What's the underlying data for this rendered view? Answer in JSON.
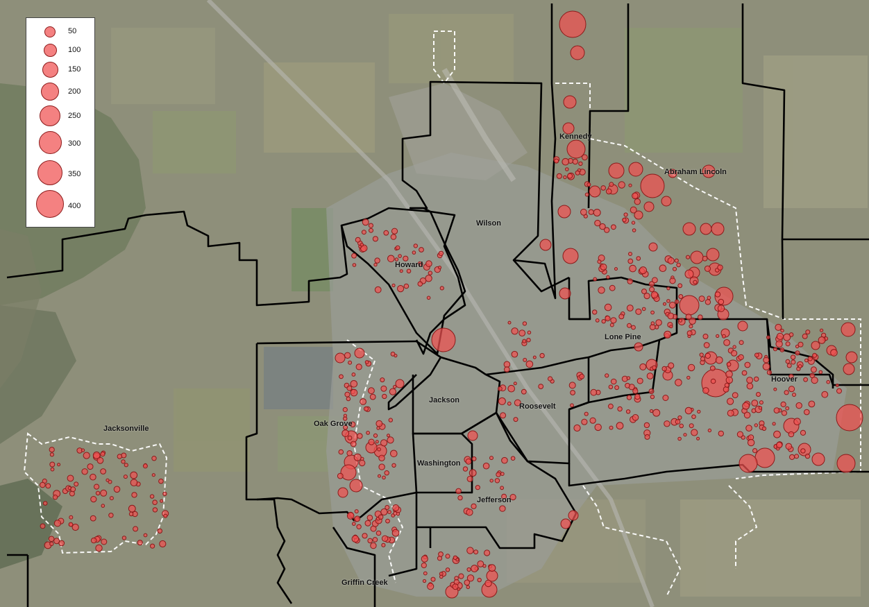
{
  "map": {
    "symbol_colors": {
      "fill": "#f05050",
      "stroke": "#8b1a1a"
    },
    "boundary_color": "#000000",
    "city_limit_color": "#ffffff",
    "basemap": "aerial-imagery"
  },
  "legend": {
    "items": [
      {
        "label": "50",
        "value": 50
      },
      {
        "label": "100",
        "value": 100
      },
      {
        "label": "150",
        "value": 150
      },
      {
        "label": "200",
        "value": 200
      },
      {
        "label": "250",
        "value": 250
      },
      {
        "label": "300",
        "value": 300
      },
      {
        "label": "350",
        "value": 350
      },
      {
        "label": "400",
        "value": 400
      }
    ]
  },
  "zones": {
    "kennedy": "Kennedy",
    "abraham_lincoln": "Abraham Lincoln",
    "wilson": "Wilson",
    "howard": "Howard",
    "lone_pine": "Lone Pine",
    "hoover": "Hoover",
    "jackson": "Jackson",
    "roosevelt": "Roosevelt",
    "oak_grove": "Oak Grove",
    "washington": "Washington",
    "jefferson": "Jefferson",
    "jacksonville": "Jacksonville",
    "griffin_creek": "Griffin Creek"
  }
}
